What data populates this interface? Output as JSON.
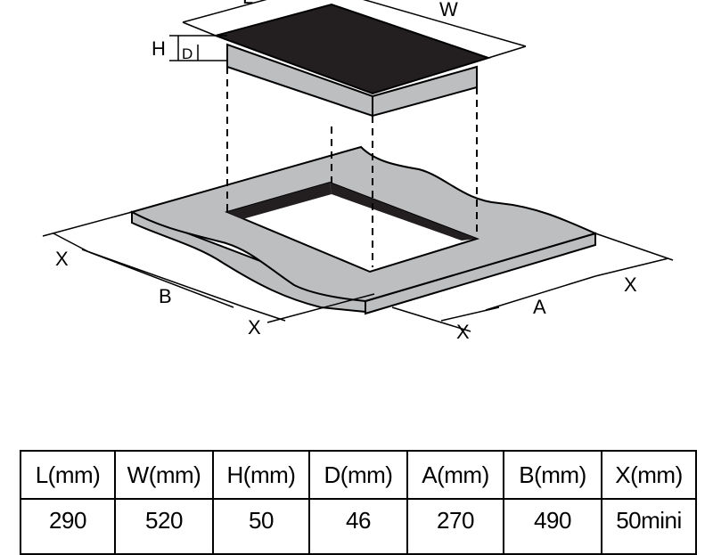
{
  "labels": {
    "L": "L",
    "W": "W",
    "H": "H",
    "D": "D",
    "X": "X",
    "A": "A",
    "B": "B"
  },
  "table": {
    "headers": [
      "L(mm)",
      "W(mm)",
      "H(mm)",
      "D(mm)",
      "A(mm)",
      "B(mm)",
      "X(mm)"
    ],
    "values": [
      "290",
      "520",
      "50",
      "46",
      "270",
      "490",
      "50mini"
    ]
  },
  "colors": {
    "glass": "#231f20",
    "body": "#bcbec0",
    "counter": "#bcbec0",
    "line": "#000000"
  }
}
